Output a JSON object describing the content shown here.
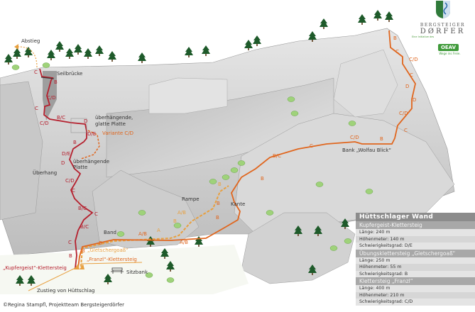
{
  "map_title": "Hüttschlager Wand",
  "labels": {
    "abstieg": "Abstieg",
    "seilbruecke": "Seilbrücke",
    "ueberhaengende_glatte_1": "überhängende,",
    "ueberhaengende_glatte_2": "glatte Platte",
    "variante": "Variante C/D",
    "ueberhaengende_platte_1": "überhängende",
    "ueberhaengende_platte_2": "Platte",
    "ueberhang": "Überhang",
    "rampe": "Rampe",
    "kante": "Kante",
    "band": "Band",
    "bank": "Bank „Wolfau Blick“",
    "gletschergoass": "„Gletschergoaß“",
    "franzl": "„Franzl“-Klettersteig",
    "kupfergeist": "„Kupfergeist“-Klettersteig",
    "sitzbank": "Sitzbank",
    "zustieg": "Zustieg von Hüttschlag"
  },
  "grades_red": [
    "C",
    "B",
    "C/D",
    "C",
    "B/C",
    "C/D",
    "D",
    "D/E",
    "B",
    "D/E",
    "D",
    "C/D",
    "C",
    "B/C",
    "C",
    "B/C",
    "C",
    "B"
  ],
  "grades_orange": [
    "B",
    "C",
    "C/D",
    "C",
    "D",
    "D",
    "C/D",
    "C",
    "B",
    "C/D",
    "C",
    "B/C",
    "B",
    "B",
    "B",
    "B",
    "A/B",
    "A/B",
    "B"
  ],
  "grades_lightorange": [
    "B",
    "A/B",
    "B",
    "A"
  ],
  "logo": {
    "line1": "BERGSTEIGER",
    "line2": "DØRFER",
    "initiative": "Eine Initiative des",
    "badge": "OEAV",
    "slogan": "Wege ins Freie."
  },
  "info": {
    "title": "Hüttschlager Wand",
    "routes": [
      {
        "name": "Kupfergeist-Klettersteig",
        "rows": [
          "Länge:  240 m",
          "Höhenmeter: 140 m",
          "Schwierigkeitsgrad:  D/E"
        ]
      },
      {
        "name": "Übungsklettersteig „Gletschergoaß“",
        "rows": [
          "Länge:  250 m",
          "Höhenmeter: 55 m",
          "Schwierigkeitsgrad: B"
        ]
      },
      {
        "name": "Klettersteig „Franzl“",
        "rows": [
          "Länge:  400 m",
          "Höhenmeter: 210 m",
          "Schwierigkeitsgrad: C/D"
        ]
      }
    ]
  },
  "copyright": "©Regina Stampfl, Projektteam Bergsteigerdörfer",
  "colors": {
    "kupfergeist": "#b5202e",
    "franzl": "#e0661e",
    "gletschergoass": "#e8a040",
    "rock": "#cfcfcf",
    "tree": "#1e5a2a"
  }
}
